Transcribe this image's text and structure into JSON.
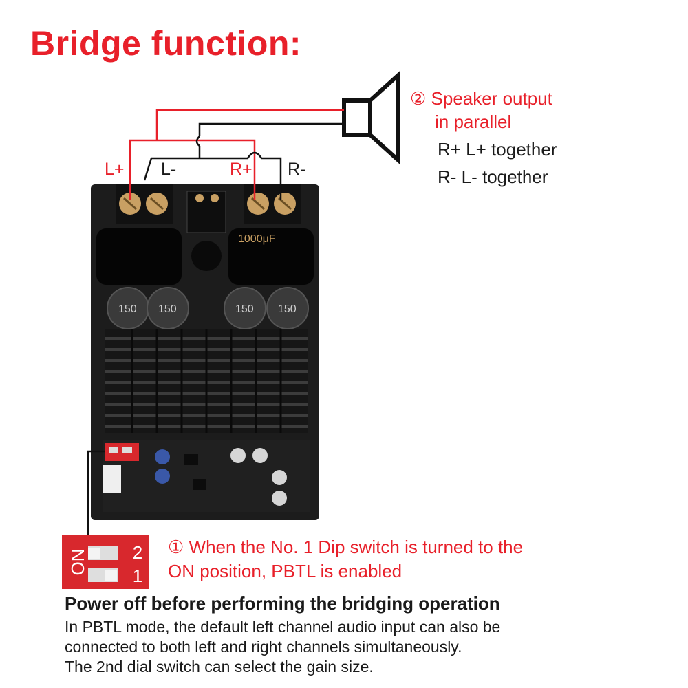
{
  "title": "Bridge function:",
  "speaker_note": {
    "line1": "② Speaker output",
    "line2": "in parallel",
    "together1": "R+ L+ together",
    "together2": "R- L- together"
  },
  "terminals": {
    "l_plus": "L+",
    "l_minus": "L-",
    "r_plus": "R+",
    "r_minus": "R-"
  },
  "dip_note": {
    "line1": "① When the No. 1 Dip switch is turned to the",
    "line2": "ON position, PBTL is enabled"
  },
  "dip_switch": {
    "on_label": "ON",
    "num1": "1",
    "num2": "2"
  },
  "board": {
    "cap_label": "1000μF",
    "inductor_label": "150"
  },
  "warning": "Power off before performing the bridging operation",
  "body": {
    "line1": "In PBTL mode, the default left channel audio input can also be",
    "line2": "connected to both left and right channels simultaneously.",
    "line3": "The 2nd dial switch can select the gain size."
  },
  "colors": {
    "accent_red": "#e8202a",
    "text_dark": "#1a1a1a",
    "pcb_black": "#1c1c1c"
  }
}
